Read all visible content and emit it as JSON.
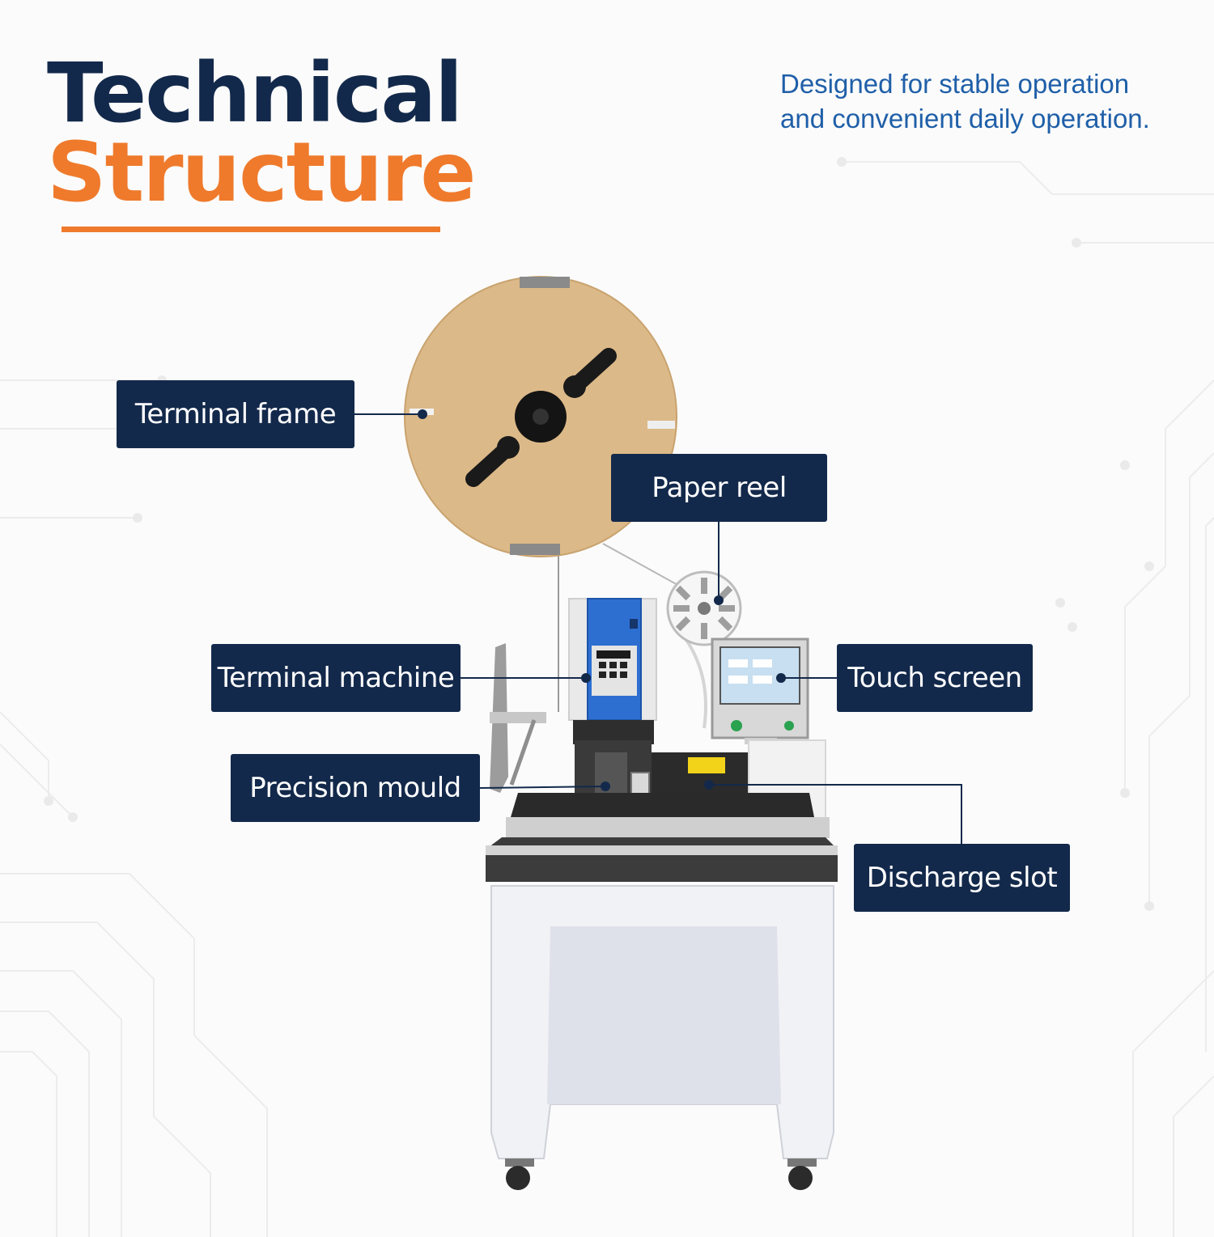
{
  "title": {
    "line1": "Technical",
    "line2": "Structure"
  },
  "tagline": {
    "line1": "Designed for stable operation",
    "line2": "and convenient daily operation."
  },
  "labels": {
    "terminal_frame": "Terminal frame",
    "paper_reel": "Paper reel",
    "terminal_machine": "Terminal machine",
    "touch_screen": "Touch screen",
    "precision_mould": "Precision mould",
    "discharge_slot": "Discharge slot"
  },
  "colors": {
    "navy": "#13294b",
    "orange": "#ef7a2c",
    "blue_text": "#1f5fa8",
    "reel_kraft": "#dcb988"
  }
}
